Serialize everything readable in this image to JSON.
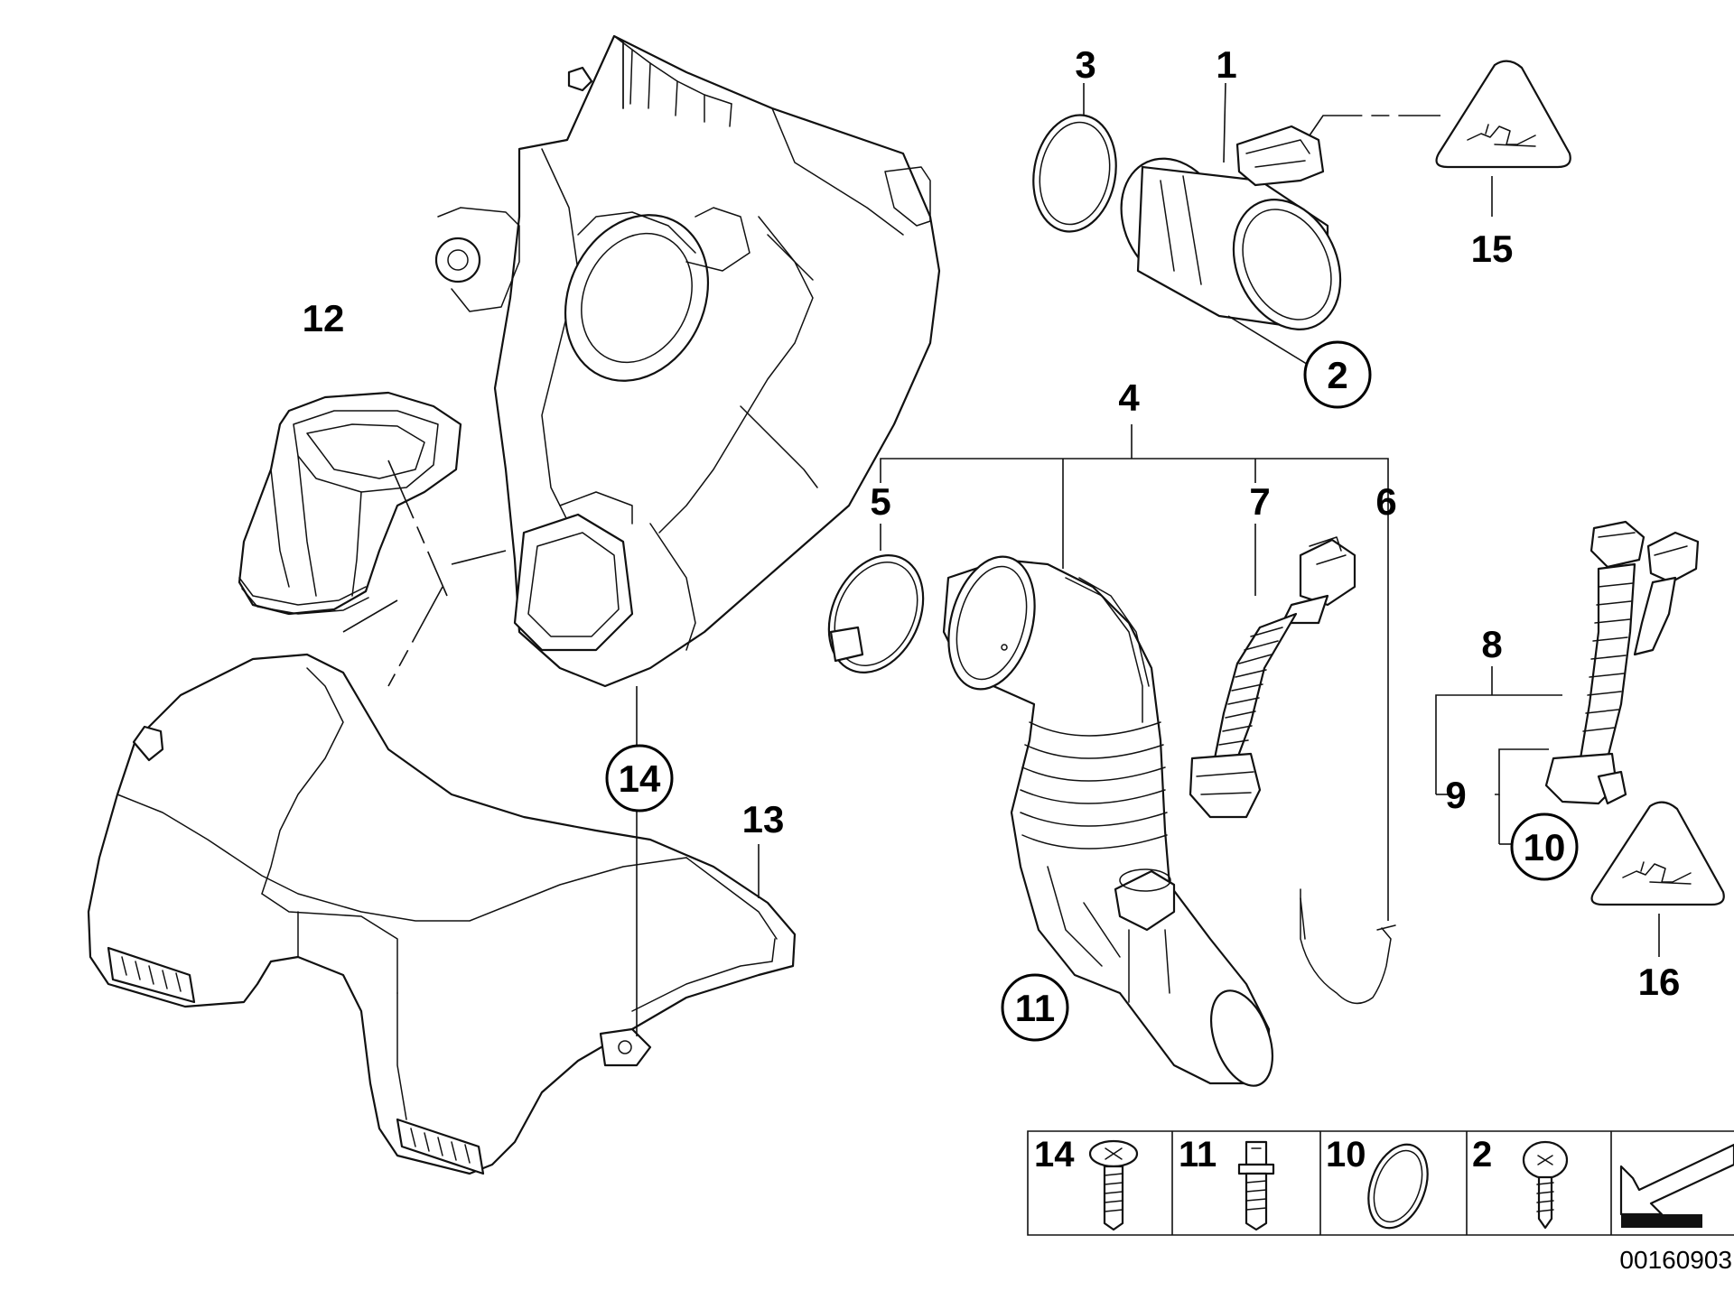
{
  "callouts": {
    "c1": "1",
    "c2": "2",
    "c3": "3",
    "c4": "4",
    "c5": "5",
    "c6": "6",
    "c7": "7",
    "c8": "8",
    "c9": "9",
    "c10": "10",
    "c11": "11",
    "c12": "12",
    "c13": "13",
    "c14": "14",
    "c15": "15",
    "c16": "16"
  },
  "fastener_legend": {
    "items": [
      "14",
      "11",
      "10",
      "2"
    ]
  },
  "diagram_code": "00160903",
  "icons": {
    "warning_triangle": "warning-connector-triangle-icon",
    "arrow": "arrow-icon"
  }
}
